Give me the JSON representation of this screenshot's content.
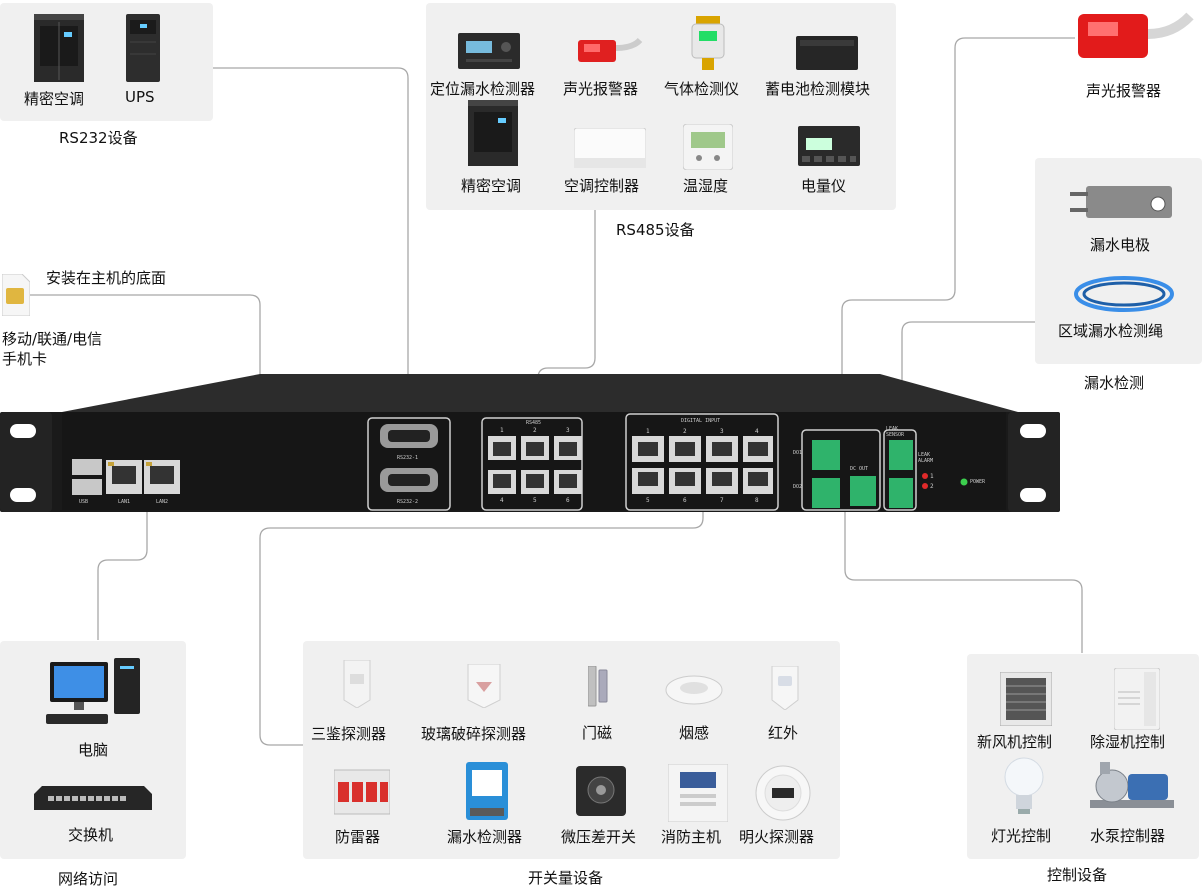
{
  "groups": {
    "rs232": {
      "title": "RS232设备",
      "items": [
        "精密空调",
        "UPS"
      ]
    },
    "rs485": {
      "title": "RS485设备",
      "items": [
        "定位漏水检测器",
        "声光报警器",
        "气体检测仪",
        "蓄电池检测模块",
        "精密空调",
        "空调控制器",
        "温湿度",
        "电量仪"
      ]
    },
    "alarm": {
      "items": [
        "声光报警器"
      ]
    },
    "leak": {
      "title": "漏水检测",
      "items": [
        "漏水电极",
        "区域漏水检测绳"
      ]
    },
    "sim": {
      "note": "安装在主机的底面",
      "label_line1": "移动/联通/电信",
      "label_line2": "手机卡"
    },
    "network": {
      "title": "网络访问",
      "items": [
        "电脑",
        "交换机"
      ]
    },
    "switch": {
      "title": "开关量设备",
      "items": [
        "三鉴探测器",
        "玻璃破碎探测器",
        "门磁",
        "烟感",
        "红外",
        "防雷器",
        "漏水检测器",
        "微压差开关",
        "消防主机",
        "明火探测器"
      ]
    },
    "control": {
      "title": "控制设备",
      "items": [
        "新风机控制",
        "除湿机控制",
        "灯光控制",
        "水泵控制器"
      ]
    }
  },
  "device": {
    "usb": "USB",
    "lan1": "LAN1",
    "lan2": "LAN2",
    "rs232_1": "RS232-1",
    "rs232_2": "RS232-2",
    "rs485": "RS485",
    "digital_input": "DIGITAL INPUT",
    "do1": "DO1",
    "do2": "DO2",
    "dc_out": "DC OUT",
    "leak_sensor": "LEAK SENSOR",
    "leak_alarm": "LEAK ALARM",
    "power": "POWER",
    "rs485_nums": [
      "1",
      "2",
      "3",
      "4",
      "5",
      "6"
    ],
    "di_nums": [
      "1",
      "2",
      "3",
      "4",
      "5",
      "6",
      "7",
      "8"
    ],
    "alarm_nums": [
      "1",
      "2"
    ]
  },
  "colors": {
    "panel": "#f0f0f0",
    "chassis": "#1c1c1c",
    "rj45": "#d8d8d8",
    "terminal": "#2fb36b",
    "line": "#a8a8a8"
  }
}
